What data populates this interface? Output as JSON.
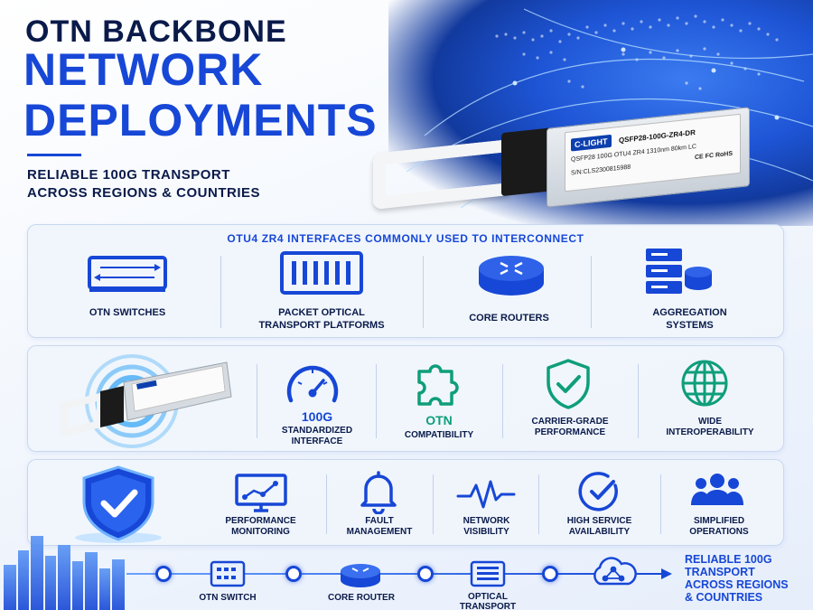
{
  "header": {
    "title_line1": "OTN BACKBONE",
    "title_line2": "NETWORK",
    "title_line3": "DEPLOYMENTS",
    "subtitle_line1": "RELIABLE 100G TRANSPORT",
    "subtitle_line2": "ACROSS REGIONS & COUNTRIES"
  },
  "module": {
    "brand": "C-LIGHT",
    "part_number": "QSFP28-100G-ZR4-DR",
    "description": "QSFP28 100G OTU4 ZR4 1310nm 80km LC",
    "serial": "S/N:CLS2300815988",
    "marks": "CE FC RoHS"
  },
  "interfaces": {
    "title": "OTU4 ZR4 INTERFACES COMMONLY USED TO INTERCONNECT",
    "items": [
      {
        "line1": "OTN SWITCHES",
        "line2": "",
        "icon": "switch-icon"
      },
      {
        "line1": "PACKET OPTICAL",
        "line2": "TRANSPORT PLATFORMS",
        "icon": "chassis-icon"
      },
      {
        "line1": "CORE ROUTERS",
        "line2": "",
        "icon": "router-icon"
      },
      {
        "line1": "AGGREGATION",
        "line2": "SYSTEMS",
        "icon": "server-stack-icon"
      }
    ]
  },
  "features": {
    "items": [
      {
        "strong": "100G",
        "line1": "STANDARDIZED",
        "line2": "INTERFACE",
        "icon": "gauge-icon"
      },
      {
        "strong": "OTN",
        "line1": "COMPATIBILITY",
        "line2": "",
        "icon": "puzzle-icon"
      },
      {
        "strong": "",
        "line1": "CARRIER-GRADE",
        "line2": "PERFORMANCE",
        "icon": "shield-check-icon"
      },
      {
        "strong": "",
        "line1": "WIDE",
        "line2": "INTEROPERABILITY",
        "icon": "globe-icon"
      }
    ]
  },
  "operations": {
    "items": [
      {
        "line1": "PERFORMANCE",
        "line2": "MONITORING",
        "icon": "monitor-chart-icon"
      },
      {
        "line1": "FAULT",
        "line2": "MANAGEMENT",
        "icon": "bell-icon"
      },
      {
        "line1": "NETWORK",
        "line2": "VISIBILITY",
        "icon": "pulse-icon"
      },
      {
        "line1": "HIGH SERVICE",
        "line2": "AVAILABILITY",
        "icon": "circle-check-icon"
      },
      {
        "line1": "SIMPLIFIED",
        "line2": "OPERATIONS",
        "icon": "people-icon"
      }
    ]
  },
  "flow": {
    "nodes": [
      {
        "line1": "OTN SWITCH",
        "line2": ""
      },
      {
        "line1": "CORE ROUTER",
        "line2": ""
      },
      {
        "line1": "OPTICAL",
        "line2": "TRANSPORT"
      }
    ],
    "cta_line1": "RELIABLE 100G",
    "cta_line2": "TRANSPORT",
    "cta_line3": "ACROSS REGIONS",
    "cta_line4": "& COUNTRIES"
  },
  "colors": {
    "primary": "#1747d6",
    "navy": "#0a1a4a",
    "panel": "#f0f5fc"
  }
}
